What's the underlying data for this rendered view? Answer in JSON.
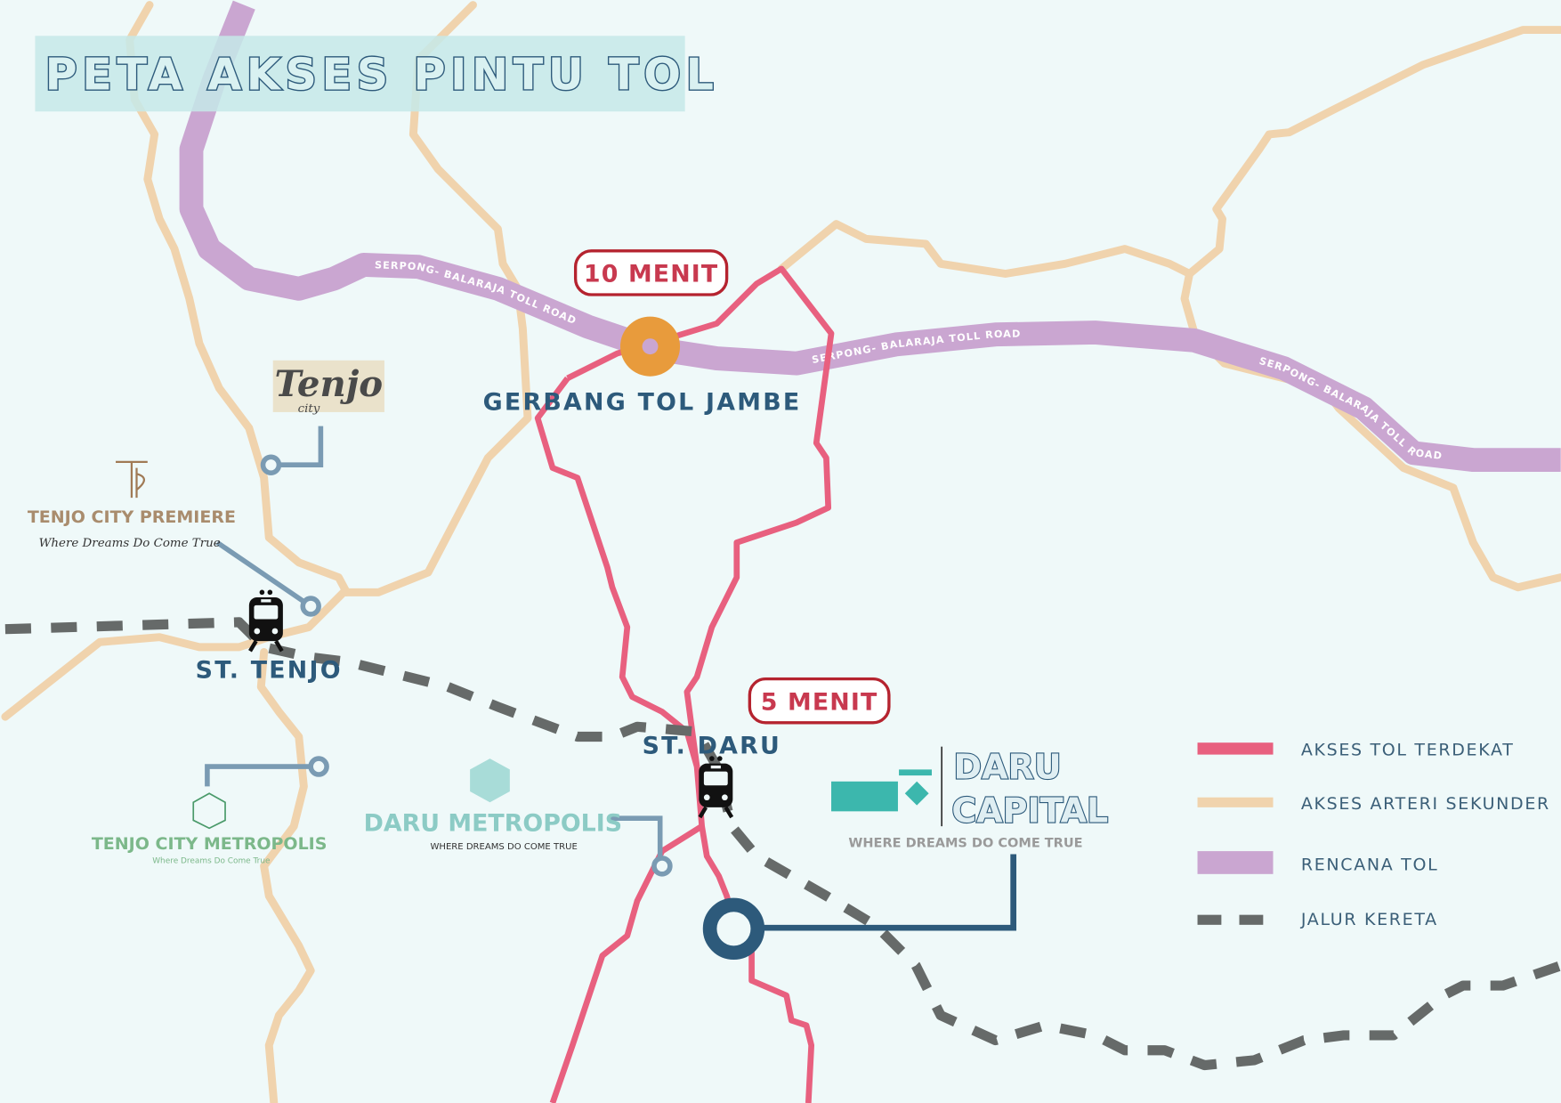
{
  "map": {
    "title": "PETA AKSES PINTU TOL",
    "toll_road_name": "SERPONG- BALARAJA  TOLL ROAD",
    "toll_gate": {
      "name": "GERBANG TOL JAMBE",
      "travel_time": "10 MENIT"
    },
    "stations": [
      {
        "name": "ST. TENJO"
      },
      {
        "name": "ST. DARU",
        "travel_time": "5 MENIT"
      }
    ],
    "developments": [
      {
        "name": "Tenjo",
        "sub": "city"
      },
      {
        "name": "TENJO CITY PREMIERE",
        "tagline": "Where Dreams Do Come True",
        "mark": "TP"
      },
      {
        "name": "TENJO CITY METROPOLIS",
        "tagline": "Where Dreams Do Come True"
      },
      {
        "name": "DARU METROPOLIS",
        "tagline": "WHERE DREAMS DO COME TRUE"
      },
      {
        "name_line1": "DARU",
        "name_line2": "CAPITAL",
        "tagline": "WHERE DREAMS DO COME TRUE"
      }
    ],
    "legend": [
      {
        "label": "AKSES TOL TERDEKAT",
        "color": "#e8607f",
        "style": "solid"
      },
      {
        "label": "AKSES ARTERI SEKUNDER",
        "color": "#f0d3ad",
        "style": "solid"
      },
      {
        "label": "RENCANA TOL",
        "color": "#caa6d1",
        "style": "solid"
      },
      {
        "label": "JALUR KERETA",
        "color": "#666a69",
        "style": "dashed"
      }
    ],
    "colors": {
      "background": "#eff9f9",
      "title_band": "#c6e9e9",
      "gate": "#e89b3c",
      "accent_text": "#2d5a7b",
      "badge": "#c8394f"
    }
  }
}
